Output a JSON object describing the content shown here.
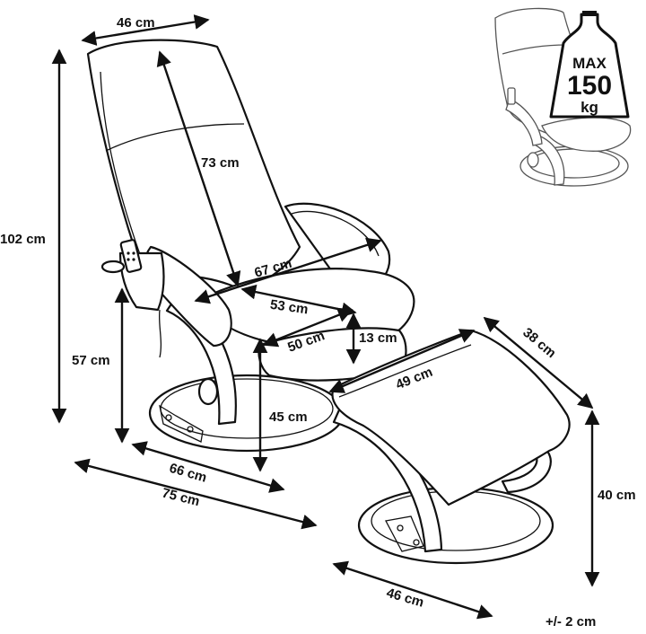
{
  "dimensions": {
    "seat_width_top": "46 cm",
    "backrest_length": "73 cm",
    "total_height": "102 cm",
    "armrest_width": "67 cm",
    "seat_width": "53 cm",
    "seat_depth": "50 cm",
    "seat_thickness": "13 cm",
    "armrest_height": "57 cm",
    "seat_height": "45 cm",
    "base_depth": "66 cm",
    "total_depth": "75 cm",
    "ottoman_depth": "38 cm",
    "ottoman_width": "49 cm",
    "ottoman_height": "40 cm",
    "ottoman_base": "46 cm",
    "tolerance": "+/- 2 cm"
  },
  "weight_badge": {
    "line1": "MAX",
    "line2": "150",
    "line3": "kg"
  },
  "colors": {
    "line": "#111111",
    "background": "#ffffff",
    "thumbnail_line": "#555555"
  }
}
